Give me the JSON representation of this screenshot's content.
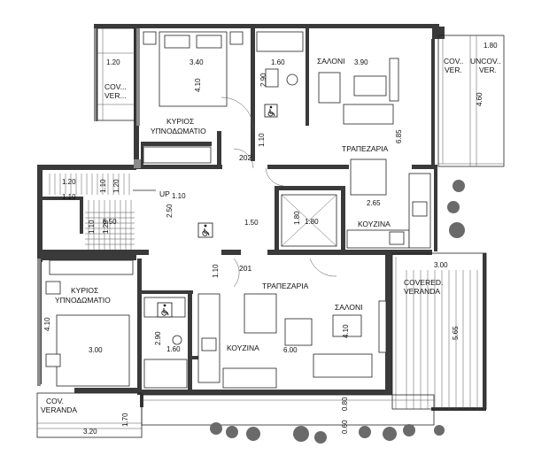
{
  "rooms": {
    "salon_top": "ΣΑΛΟΝΙ",
    "dining_top": "ΤΡΑΠΕΖΑΡΙΑ",
    "kitchen_top": "ΚΟΥΖΙΝΑ",
    "bedroom_top_l1": "ΚΥΡΙΟΣ",
    "bedroom_top_l2": "ΥΠΝΟΔΩΜΑΤΙΟ",
    "bedroom_bot_l1": "ΚΥΡΙΟΣ",
    "bedroom_bot_l2": "ΥΠΝΟΔΩΜΑΤΙΟ",
    "dining_bot": "ΤΡΑΠΕΖΑΡΙΑ",
    "salon_bot": "ΣΑΛΟΝΙ",
    "kitchen_bot": "ΚΟΥΖΙΝΑ",
    "cov_ver_tl_1": "COV...",
    "cov_ver_tl_2": "VER...",
    "cov_ver_tr_1": "COV..",
    "cov_ver_tr_2": "VER.",
    "uncov_ver_1": "UNCOV..",
    "uncov_ver_2": "VER.",
    "covered_veranda_1": "COVERED.",
    "covered_veranda_2": "VERANDA",
    "cov_veranda_bl_1": "COV.",
    "cov_veranda_bl_2": "VERANDA",
    "up": "UP",
    "unit_202": "202",
    "unit_201": "201"
  },
  "dims": {
    "d_120_a": "1.20",
    "d_340": "3.40",
    "d_160_a": "1.60",
    "d_390": "3.90",
    "d_180_a": "1.80",
    "d_290_a": "2.90",
    "d_410_a": "4.10",
    "d_460": "4.60",
    "d_110_a": "1.10",
    "d_685": "6.85",
    "d_120_b": "1.20",
    "d_110_b": "1.10",
    "d_120_c": "1.20",
    "d_110_c": "1.10",
    "d_110_d": "1.10",
    "d_250": "2.50",
    "d_550": "5.50",
    "d_110_e": "1.10",
    "d_120_d": "1.20",
    "d_150": "1.50",
    "d_180_b": "1.80",
    "d_180_c": "1.80",
    "d_265": "2.65",
    "d_110_f": "1.10",
    "d_300_a": "3.00",
    "d_410_b": "4.10",
    "d_290_b": "2.90",
    "d_160_b": "1.60",
    "d_410_c": "4.10",
    "d_300_b": "3.00",
    "d_600": "6.00",
    "d_565": "5.65",
    "d_080": "0.80",
    "d_060": "0.60",
    "d_170": "1.70",
    "d_320": "3.20"
  }
}
